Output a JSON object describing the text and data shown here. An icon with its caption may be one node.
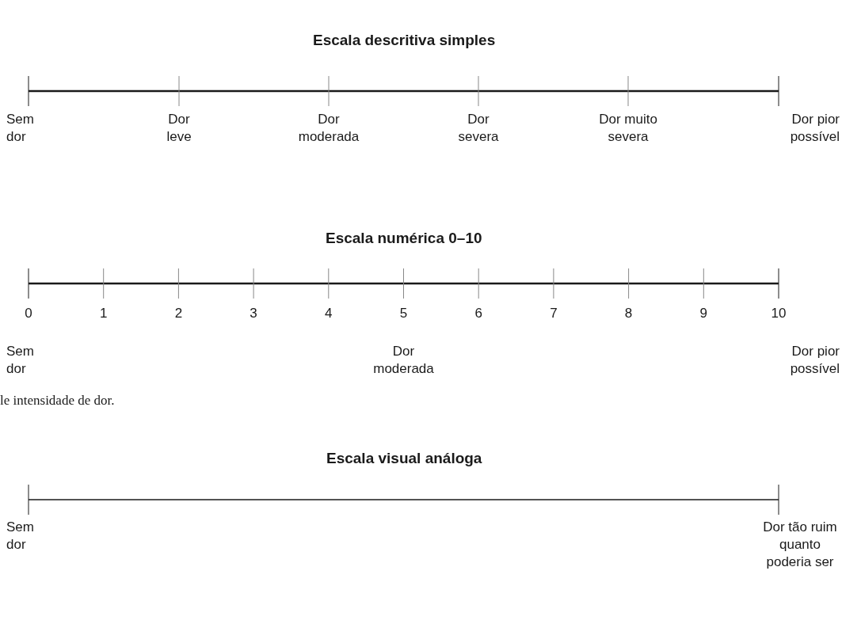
{
  "diagram": {
    "labels": [
      "Escala descritiva simples",
      "Sem dor",
      "Dor leve",
      "Dor moderada",
      "Dor severa",
      "Dor muito severa",
      "Dor pior possível",
      "Escala numérica 0–10",
      "0",
      "1",
      "2",
      "3",
      "4",
      "5",
      "6",
      "7",
      "8",
      "9",
      "10",
      "Sem dor",
      "Dor moderada",
      "Dor pior possível",
      "le intensidade de dor.",
      "Escala visual análoga",
      "Sem dor",
      "Dor tão ruim quanto poderia ser"
    ]
  }
}
